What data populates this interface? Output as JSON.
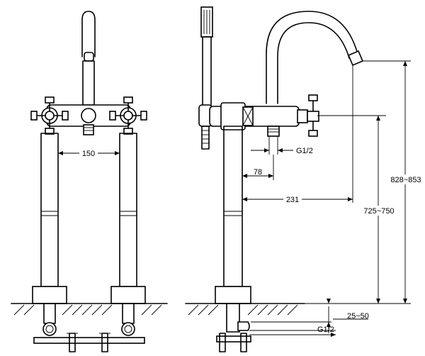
{
  "dimensions": {
    "centers": "150",
    "g_half_top": "G1/2",
    "offset_78": "78",
    "reach_231": "231",
    "height_total": "828~853",
    "height_spout": "725~750",
    "floor_depth": "25~50",
    "g_half_bottom": "G1/2"
  }
}
